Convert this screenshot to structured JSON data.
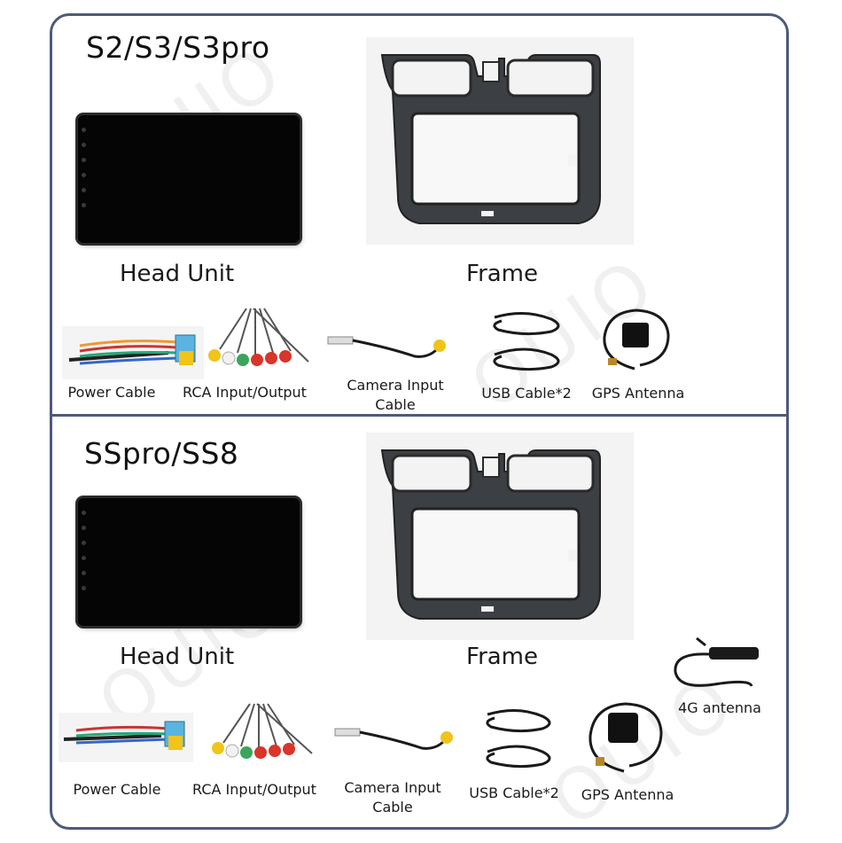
{
  "top": {
    "title": "S2/S3/S3pro",
    "head_unit_label": "Head Unit",
    "frame_label": "Frame",
    "accessories": {
      "power_cable": "Power Cable",
      "rca": "RCA Input/Output",
      "camera_line1": "Camera Input",
      "camera_line2": "Cable",
      "usb": "USB Cable*2",
      "gps": "GPS Antenna"
    }
  },
  "bottom": {
    "title": "SSpro/SS8",
    "head_unit_label": "Head Unit",
    "frame_label": "Frame",
    "accessories": {
      "power_cable": "Power Cable",
      "rca": "RCA Input/Output",
      "camera_line1": "Camera Input",
      "camera_line2": "Cable",
      "usb": "USB Cable*2",
      "gps": "GPS Antenna",
      "antenna_4g": "4G antenna"
    }
  },
  "colors": {
    "border": "#4d5b7a",
    "rca_red": "#d9352a",
    "rca_yellow": "#f0c419",
    "rca_white": "#f2f2f2",
    "rca_green": "#3aa55a",
    "connector_blue": "#5ab3e0",
    "cable_black": "#1a1a1a"
  },
  "watermark": "OUIO"
}
